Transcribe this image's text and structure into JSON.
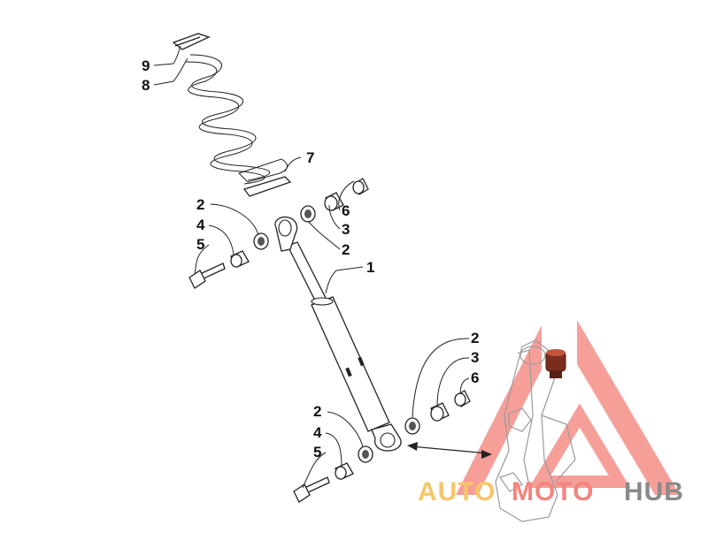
{
  "callouts": {
    "top_9": "9",
    "top_8": "8",
    "c7": "7",
    "c6_upper": "6",
    "c3_upper": "3",
    "c2_upper_right": "2",
    "c1": "1",
    "c2_upper_left": "2",
    "c4_upper": "4",
    "c5_upper": "5",
    "c2_lower_right": "2",
    "c3_lower": "3",
    "c6_lower": "6",
    "c2_lower_left": "2",
    "c4_lower": "4",
    "c5_lower": "5"
  },
  "watermark": {
    "brand": "AUTOMOTOHUB",
    "colors": {
      "auto": "#f6c66a",
      "moto": "#f4847e",
      "hub": "#8a8a8a",
      "triangle": "#f4847e"
    }
  }
}
